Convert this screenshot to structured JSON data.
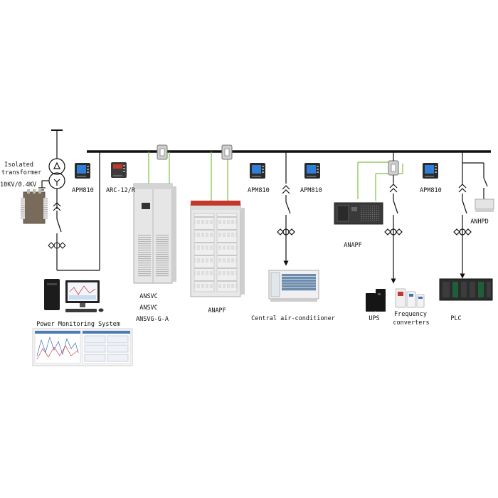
{
  "colors": {
    "bus": "#111111",
    "signal_wire": "#7fc241",
    "cabinet": "#e6e6e6",
    "apf_cabinet_top": "#c0392b",
    "meter_screen": "#2f7fd8"
  },
  "labels": {
    "isolated": "Isolated",
    "transformer": "transformer",
    "voltage": "10KV/0.4KV",
    "apm810_1": "APM810",
    "arc": "ARC-12/R",
    "apm810_2": "APM810",
    "apm810_3": "APM810",
    "apm810_4": "APM810",
    "ansvc_1": "ANSVC",
    "ansvc_2": "ANSVC",
    "ansvg": "ANSVG-G-A",
    "anapf_cabinet": "ANAPF",
    "anapf_rack": "ANAPF",
    "aircon": "Central air-conditioner",
    "ups": "UPS",
    "freq_1": "Frequency",
    "freq_2": "converters",
    "plc": "PLC",
    "anhpd": "ANHPD",
    "monitoring": "Power Monitoring System"
  },
  "icons": [
    "transformer-symbol-icon",
    "oil-transformer-icon",
    "meter-icon",
    "current-transformer-icon",
    "switch-symbol-icon",
    "fuse-symbol-icon",
    "cabinet-icon",
    "computer-icon",
    "air-conditioner-icon",
    "ups-icon",
    "frequency-converter-icon",
    "plc-icon"
  ]
}
